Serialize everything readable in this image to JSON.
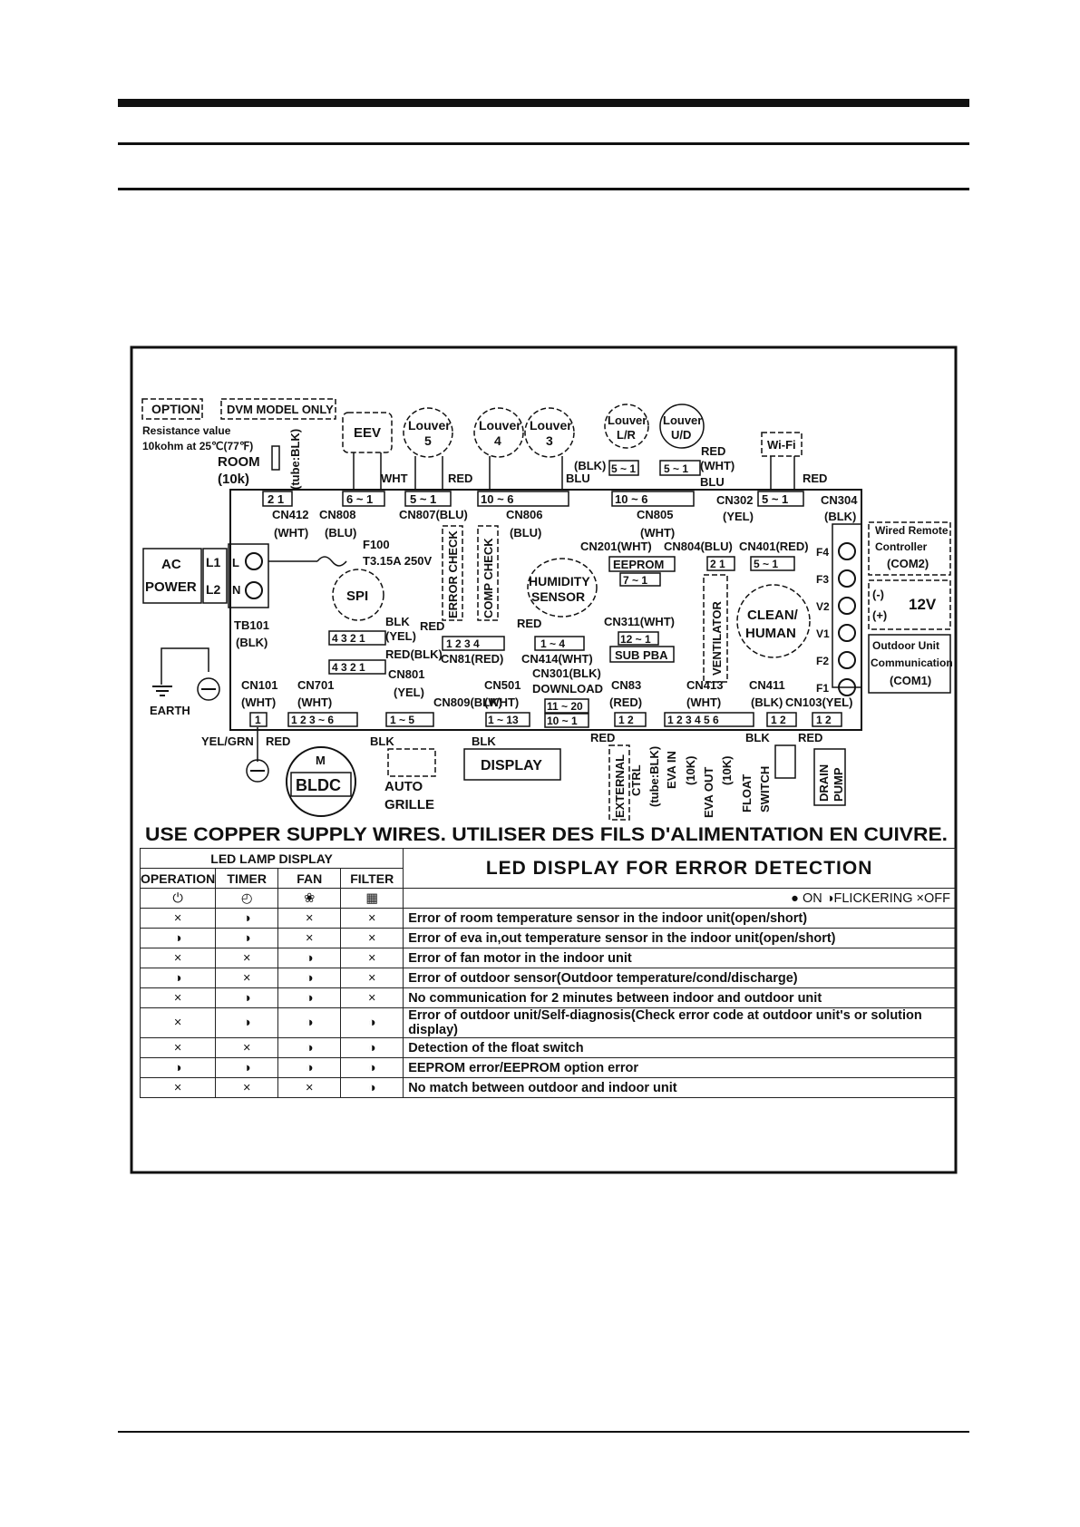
{
  "labels": {
    "option": "OPTION",
    "dvm": "DVM MODEL ONLY",
    "resistance1": "Resistance value",
    "resistance2": "10kohm at 25℃(77℉)",
    "room": "ROOM",
    "room10k": "(10k)",
    "tube_blk": "(tube:BLK)",
    "eev": "EEV",
    "louver": "Louver",
    "n5": "5",
    "n4": "4",
    "n3": "3",
    "louver_lr": "L/R",
    "louver_ud": "U/D",
    "red": "RED",
    "blu": "BLU",
    "wht": "WHT",
    "blk": "BLK",
    "blk_p": "(BLK)",
    "wht_p": "(WHT)",
    "blu_p": "(BLU)",
    "yel_p": "(YEL)",
    "wifi": "Wi-Fi",
    "cn412": "CN412",
    "cn808": "CN808",
    "cn807": "CN807(BLU)",
    "cn806": "CN806",
    "cn805": "CN805",
    "cn302": "CN302",
    "cn304": "CN304",
    "wired1": "Wired Remote",
    "wired2": "Controller",
    "wired3": "(COM2)",
    "ac1": "AC",
    "ac2": "POWER",
    "l1": "L1",
    "l2": "L2",
    "l": "L",
    "n": "N",
    "f100": "F100",
    "fuse": "T3.15A 250V",
    "error_check": "ERROR CHECK",
    "comp_check": "COMP CHECK",
    "humid1": "HUMIDITY",
    "humid2": "SENSOR",
    "cn201": "CN201(WHT)",
    "eeprom": "EEPROM",
    "cn804": "CN804(BLU)",
    "cn401": "CN401(RED)",
    "spi": "SPI",
    "minus": "(-)",
    "plus": "(+)",
    "v12": "12V",
    "clean1": "CLEAN/",
    "clean2": "HUMAN",
    "ventilator": "VENTILATOR",
    "cn311": "CN311(WHT)",
    "subpba": "SUB PBA",
    "tb101": "TB101",
    "yel_blk": "(YEL)",
    "red_blk": "RED(BLK)",
    "cn81": "CN81(RED)",
    "cn414": "CN414(WHT)",
    "odu1": "Outdoor Unit",
    "odu2": "Communication",
    "odu3": "(COM1)",
    "earth": "EARTH",
    "cn801": "CN801",
    "cn301a": "CN301(BLK)",
    "cn301b": "DOWNLOAD",
    "cn101": "CN101",
    "cn701": "CN701",
    "cn501": "CN501",
    "cn809": "CN809(BLK)",
    "cn83": "CN83",
    "red_p": "(RED)",
    "cn413": "CN413",
    "cn411": "CN411",
    "cn103": "CN103(YEL)",
    "yelgrn": "YEL/GRN",
    "m": "M",
    "bldc": "BLDC",
    "auto1": "AUTO",
    "auto2": "GRILLE",
    "display": "DISPLAY",
    "external": "EXTERNAL",
    "ctrl": "CTRL",
    "tubeblk": "(tube:BLK)",
    "evain": "EVA IN",
    "evaout": "EVA OUT",
    "k10": "(10K)",
    "float": "FLOAT",
    "switch": "SWITCH",
    "drain": "DRAIN",
    "pump": "PUMP",
    "terminals": [
      "F4",
      "F3",
      "V2",
      "V1",
      "F2",
      "F1"
    ],
    "p21": "2 1",
    "p6_1": "6 ~ 1",
    "p5_1": "5 ~ 1",
    "p10_6": "10 ~ 6",
    "p71": "7 ~ 1",
    "p12_1": "12 ~ 1",
    "p1_4": "1 ~ 4",
    "p4321": "4 3 2 1",
    "p1234": "1 2 3 4",
    "p1": "1",
    "p12": "1 2",
    "p123_6": "1 2 3 ~ 6",
    "p1_5": "1 ~ 5",
    "p1_13": "1 ~ 13",
    "p11_20": "11 ~ 20",
    "p10_1": "10 ~ 1",
    "p123456": "1 2 3 4 5 6"
  },
  "warning": "USE COPPER SUPPLY WIRES. UTILISER DES FILS D'ALIMENTATION EN CUIVRE.",
  "table": {
    "lamp_header": "LED LAMP DISPLAY",
    "columns": [
      "OPERATION",
      "TIMER",
      "FAN",
      "FILTER"
    ],
    "column_icons": [
      "⏻",
      "◴",
      "❀",
      "▦"
    ],
    "title": "LED DISPLAY FOR ERROR DETECTION",
    "legend": "● ON  ◑FLICKERING  ×OFF",
    "rows": [
      {
        "s": [
          "×",
          "◑",
          "×",
          "×"
        ],
        "text": "Error of room temperature sensor in the indoor unit(open/short)"
      },
      {
        "s": [
          "◑",
          "◑",
          "×",
          "×"
        ],
        "text": "Error of eva in,out temperature sensor in the indoor unit(open/short)"
      },
      {
        "s": [
          "×",
          "×",
          "◑",
          "×"
        ],
        "text": "Error of fan motor in the indoor unit"
      },
      {
        "s": [
          "◑",
          "×",
          "◑",
          "×"
        ],
        "text": "Error of outdoor sensor(Outdoor temperature/cond/discharge)"
      },
      {
        "s": [
          "×",
          "◑",
          "◑",
          "×"
        ],
        "text": "No communication for 2 minutes between indoor and outdoor unit"
      },
      {
        "s": [
          "×",
          "◑",
          "◑",
          "◑"
        ],
        "text": "Error of outdoor unit/Self-diagnosis(Check error code at outdoor unit's or solution display)"
      },
      {
        "s": [
          "×",
          "×",
          "◑",
          "◑"
        ],
        "text": "Detection of the float switch"
      },
      {
        "s": [
          "◑",
          "◑",
          "◑",
          "◑"
        ],
        "text": "EEPROM error/EEPROM option error"
      },
      {
        "s": [
          "×",
          "×",
          "×",
          "◑"
        ],
        "text": "No match between outdoor and indoor unit"
      }
    ]
  }
}
